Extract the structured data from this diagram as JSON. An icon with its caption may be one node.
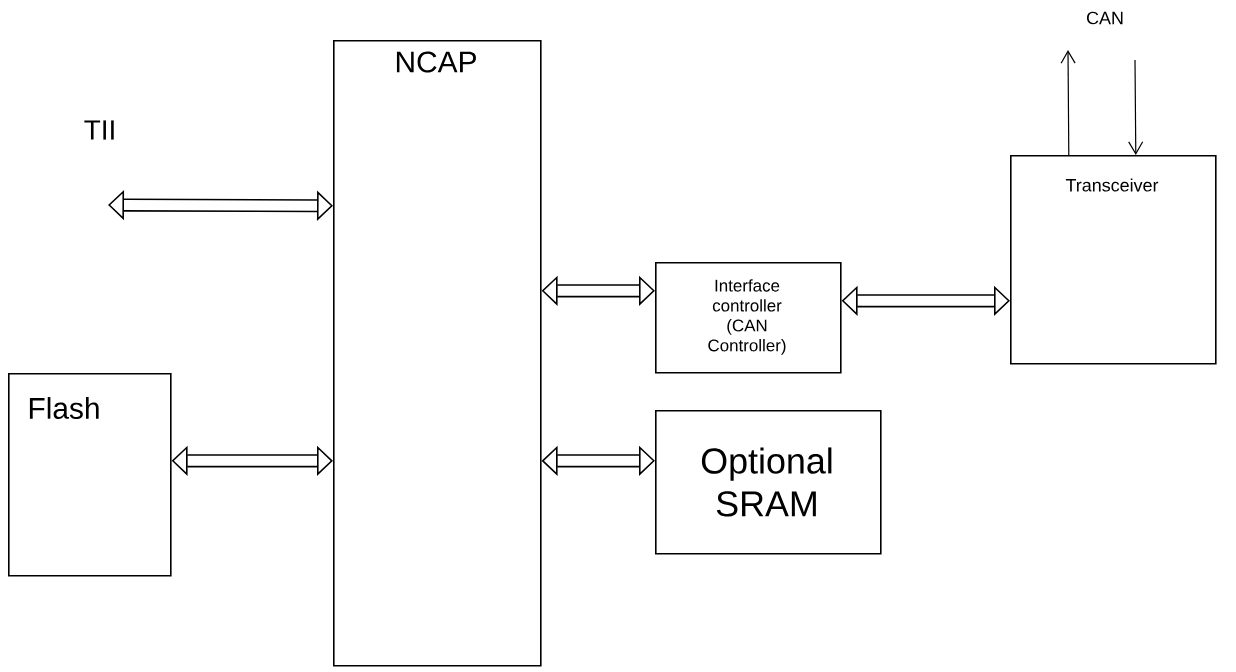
{
  "diagram": {
    "nodes": [
      {
        "text": [
          "NCAP"
        ]
      },
      {
        "text": [
          "Interface controller (CAN Controller)"
        ]
      },
      {
        "text": [
          "Transceiver"
        ]
      },
      {
        "text": [
          "Flash"
        ]
      },
      {
        "text": [
          "Optional SRAM"
        ]
      }
    ],
    "edges": [
      {
        "from": null,
        "to": 0,
        "arrow": "both"
      },
      {
        "from": 0,
        "to": 1,
        "arrow": "both"
      },
      {
        "from": 1,
        "to": 2,
        "arrow": "both"
      },
      {
        "from": 3,
        "to": 0,
        "arrow": "both"
      },
      {
        "from": 0,
        "to": 4,
        "arrow": "both"
      },
      {
        "from": 2,
        "to": null,
        "arrow": "to"
      },
      {
        "from": null,
        "to": 2,
        "arrow": "to"
      }
    ],
    "labels": [
      "TII",
      "CAN"
    ]
  }
}
